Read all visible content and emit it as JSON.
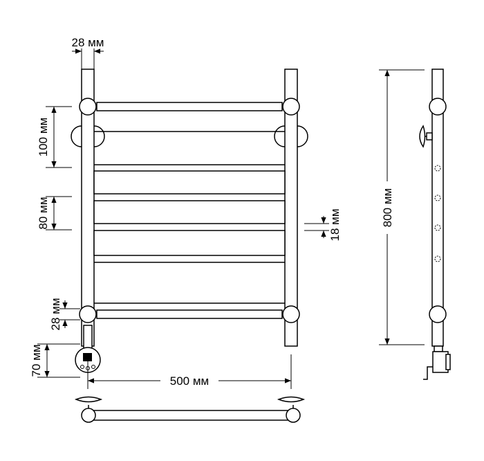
{
  "dimensions": {
    "pipe_diameter": "28 мм",
    "upper_spacing": "100 мм",
    "middle_spacing": "80 мм",
    "bar_width": "18 мм",
    "lower_pipe": "28 мм",
    "connection_drop": "70 мм",
    "width": "500 мм",
    "height": "800 мм"
  }
}
